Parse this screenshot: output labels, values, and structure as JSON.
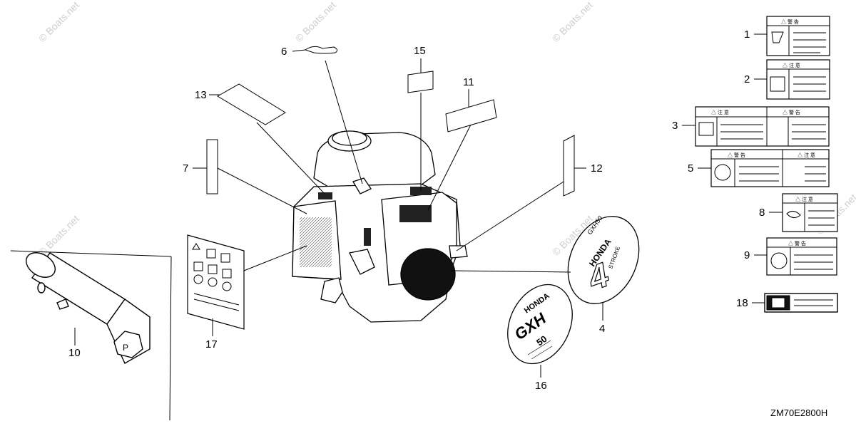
{
  "diagram": {
    "part_numbers": [
      "1",
      "2",
      "3",
      "4",
      "5",
      "6",
      "7",
      "8",
      "9",
      "10",
      "11",
      "12",
      "13",
      "15",
      "16",
      "17",
      "18"
    ],
    "drawing_code": "ZM70E2800H",
    "watermark": "© Boats.net",
    "decal_small": {
      "honda": "HONDA",
      "model": "GXH",
      "displacement": "50"
    },
    "decal_large": {
      "model": "GXH50",
      "honda": "HONDA",
      "stroke": "STROKE",
      "four": "4"
    },
    "label_heading_caution": "△ 注 意",
    "label_heading_warning": "△ 警 告"
  }
}
